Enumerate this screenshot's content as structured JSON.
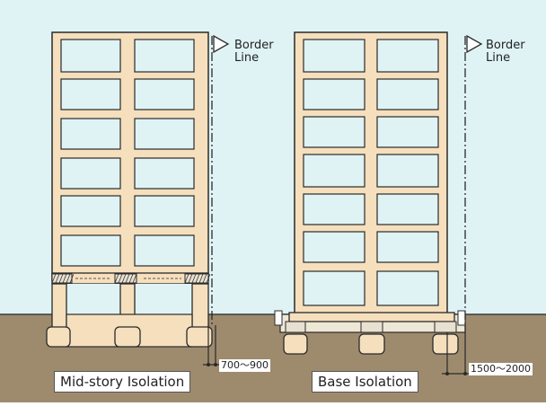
{
  "colors": {
    "sky": "#dff3f5",
    "ground": "#9e8b6e",
    "timber": "#f5dfbd",
    "stroke": "#2a2a2a"
  },
  "left": {
    "caption": "Mid-story Isolation",
    "dimension": "700～900",
    "border_line": "Border\nLine"
  },
  "right": {
    "caption": "Base Isolation",
    "dimension": "1500～2000",
    "border_line": "Border\nLine"
  }
}
